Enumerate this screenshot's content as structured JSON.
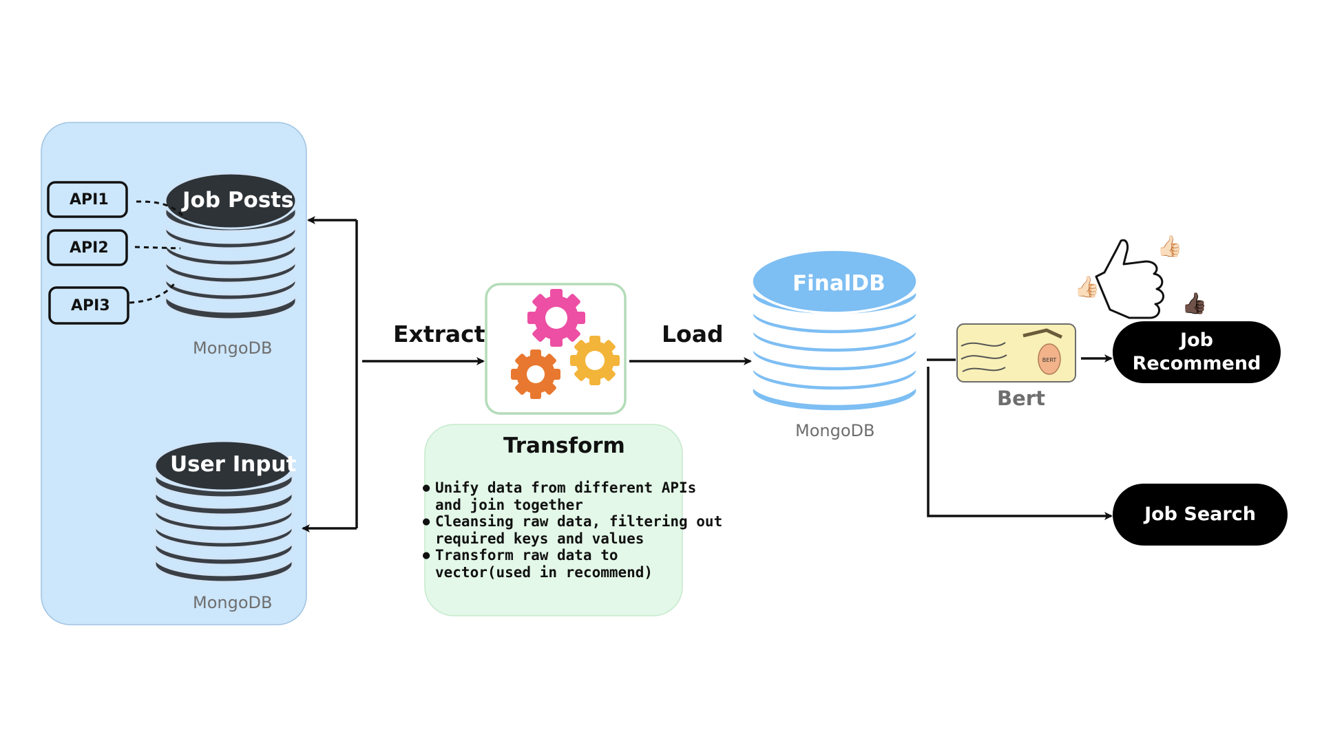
{
  "sources": {
    "apis": [
      "API1",
      "API2",
      "API3"
    ],
    "job_posts_db": {
      "title": "Job Posts",
      "caption": "MongoDB"
    },
    "user_input_db": {
      "title": "User Input",
      "caption": "MongoDB"
    }
  },
  "edges": {
    "extract": "Extract",
    "load": "Load"
  },
  "transform": {
    "title": "Transform",
    "bullets": [
      "Unify data from different APIs\nand join together",
      "Cleansing raw data, filtering out\nrequired keys and values",
      "Transform raw data to\nvector(used in recommend)"
    ]
  },
  "final_db": {
    "title": "FinalDB",
    "caption": "MongoDB"
  },
  "bert": {
    "caption": "Bert",
    "badge_text": "BERT"
  },
  "outputs": {
    "recommend": "Job\nRecommend",
    "search": "Job Search"
  },
  "colors": {
    "panel_fill": "#cce6fb",
    "panel_border": "#9fc3e2",
    "dark_db": "#3a3f45",
    "final_db": "#7dbef3",
    "gear_pink": "#ec4fa3",
    "gear_orange": "#e8782f",
    "gear_yellow": "#f3b43a",
    "transform_fill": "#e3f8e8",
    "transform_border": "#b3dcb8",
    "bert_card": "#f8f0b6",
    "pill": "#000000"
  },
  "icons": [
    "gear-icon",
    "thumbs-up-sketch-icon",
    "thumbs-up-emoji-icon",
    "bert-card-icon",
    "database-icon"
  ]
}
